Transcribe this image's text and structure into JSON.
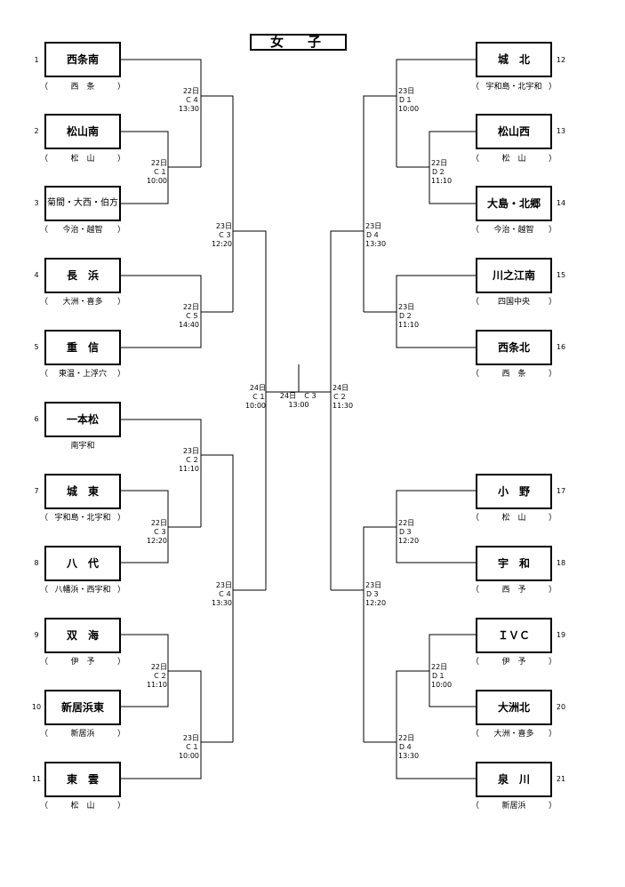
{
  "title": "女　子",
  "teams": [
    {
      "no": "1",
      "name": "西条南",
      "region": "西　条"
    },
    {
      "no": "2",
      "name": "松山南",
      "region": "松　山"
    },
    {
      "no": "3",
      "name": "菊間・大西・伯方",
      "region": "今治・越智"
    },
    {
      "no": "4",
      "name": "長　浜",
      "region": "大洲・喜多"
    },
    {
      "no": "5",
      "name": "重　信",
      "region": "東温・上浮穴"
    },
    {
      "no": "6",
      "name": "一本松",
      "region": "南宇和"
    },
    {
      "no": "7",
      "name": "城　東",
      "region": "宇和島・北宇和"
    },
    {
      "no": "8",
      "name": "八　代",
      "region": "八幡浜・西宇和"
    },
    {
      "no": "9",
      "name": "双　海",
      "region": "伊　予"
    },
    {
      "no": "10",
      "name": "新居浜東",
      "region": "新居浜"
    },
    {
      "no": "11",
      "name": "東　雲",
      "region": "松　山"
    },
    {
      "no": "12",
      "name": "城　北",
      "region": "宇和島・北宇和"
    },
    {
      "no": "13",
      "name": "松山西",
      "region": "松　山"
    },
    {
      "no": "14",
      "name": "大島・北郷",
      "region": "今治・越智"
    },
    {
      "no": "15",
      "name": "川之江南",
      "region": "四国中央"
    },
    {
      "no": "16",
      "name": "西条北",
      "region": "西　条"
    },
    {
      "no": "17",
      "name": "小　野",
      "region": "松　山"
    },
    {
      "no": "18",
      "name": "宇　和",
      "region": "西　予"
    },
    {
      "no": "19",
      "name": "ＩＶＣ",
      "region": "伊　予"
    },
    {
      "no": "20",
      "name": "大洲北",
      "region": "大洲・喜多"
    },
    {
      "no": "21",
      "name": "泉　川",
      "region": "新居浜"
    }
  ],
  "matches": {
    "l_22_c4": {
      "day": "22日",
      "court": "Ｃ４",
      "time": "13:30"
    },
    "l_22_c1": {
      "day": "22日",
      "court": "Ｃ１",
      "time": "10:00"
    },
    "l_22_c5": {
      "day": "22日",
      "court": "Ｃ５",
      "time": "14:40"
    },
    "l_23_c3": {
      "day": "23日",
      "court": "Ｃ３",
      "time": "12:20"
    },
    "l_23_c2": {
      "day": "23日",
      "court": "Ｃ２",
      "time": "11:10"
    },
    "l_22_c3": {
      "day": "22日",
      "court": "Ｃ３",
      "time": "12:20"
    },
    "l_22_c2": {
      "day": "22日",
      "court": "Ｃ２",
      "time": "11:10"
    },
    "l_23_c4": {
      "day": "23日",
      "court": "Ｃ４",
      "time": "13:30"
    },
    "l_23_c1": {
      "day": "23日",
      "court": "Ｃ１",
      "time": "10:00"
    },
    "l_24_c1": {
      "day": "24日",
      "court": "Ｃ１",
      "time": "10:00"
    },
    "final": {
      "day": "24日",
      "court": "Ｃ３",
      "time": "13:00"
    },
    "r_24_c2": {
      "day": "24日",
      "court": "Ｃ２",
      "time": "11:30"
    },
    "r_23_d1": {
      "day": "23日",
      "court": "Ｄ１",
      "time": "10:00"
    },
    "r_22_d2": {
      "day": "22日",
      "court": "Ｄ２",
      "time": "11:10"
    },
    "r_23_d4": {
      "day": "23日",
      "court": "Ｄ４",
      "time": "13:30"
    },
    "r_23_d2": {
      "day": "23日",
      "court": "Ｄ２",
      "time": "11:10"
    },
    "r_22_d3": {
      "day": "22日",
      "court": "Ｄ３",
      "time": "12:20"
    },
    "r_23_d3": {
      "day": "23日",
      "court": "Ｄ３",
      "time": "12:20"
    },
    "r_22_d1": {
      "day": "22日",
      "court": "Ｄ１",
      "time": "10:00"
    },
    "r_22_d4": {
      "day": "22日",
      "court": "Ｄ４",
      "time": "13:30"
    }
  }
}
